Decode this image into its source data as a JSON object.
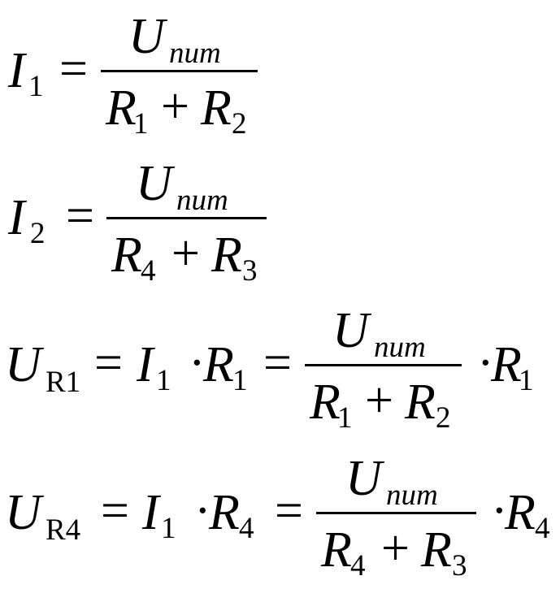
{
  "equations": [
    {
      "lhs": {
        "sym": "I",
        "sub": "1"
      },
      "equals": "=",
      "fraction": {
        "num": {
          "sym": "U",
          "sub": "num"
        },
        "den": [
          {
            "sym": "R",
            "sub": "1"
          },
          {
            "op": "+"
          },
          {
            "sym": "R",
            "sub": "2"
          }
        ]
      }
    },
    {
      "lhs": {
        "sym": "I",
        "sub": "2"
      },
      "equals": "=",
      "fraction": {
        "num": {
          "sym": "U",
          "sub": "num"
        },
        "den": [
          {
            "sym": "R",
            "sub": "4"
          },
          {
            "op": "+"
          },
          {
            "sym": "R",
            "sub": "3"
          }
        ]
      }
    },
    {
      "lhs": {
        "sym": "U",
        "sub": "R1"
      },
      "equals": "=",
      "middle": [
        {
          "sym": "I",
          "sub": "1"
        },
        {
          "op": "·"
        },
        {
          "sym": "R",
          "sub": "1"
        }
      ],
      "equals2": "=",
      "fraction": {
        "num": {
          "sym": "U",
          "sub": "num"
        },
        "den": [
          {
            "sym": "R",
            "sub": "1"
          },
          {
            "op": "+"
          },
          {
            "sym": "R",
            "sub": "2"
          }
        ]
      },
      "tail": [
        {
          "op": "·"
        },
        {
          "sym": "R",
          "sub": "1"
        }
      ]
    },
    {
      "lhs": {
        "sym": "U",
        "sub": "R4"
      },
      "equals": "=",
      "middle": [
        {
          "sym": "I",
          "sub": "1"
        },
        {
          "op": "·"
        },
        {
          "sym": "R",
          "sub": "4"
        }
      ],
      "equals2": "=",
      "fraction": {
        "num": {
          "sym": "U",
          "sub": "num"
        },
        "den": [
          {
            "sym": "R",
            "sub": "4"
          },
          {
            "op": "+"
          },
          {
            "sym": "R",
            "sub": "3"
          }
        ]
      },
      "tail": [
        {
          "op": "·"
        },
        {
          "sym": "R",
          "sub": "4"
        }
      ]
    }
  ]
}
